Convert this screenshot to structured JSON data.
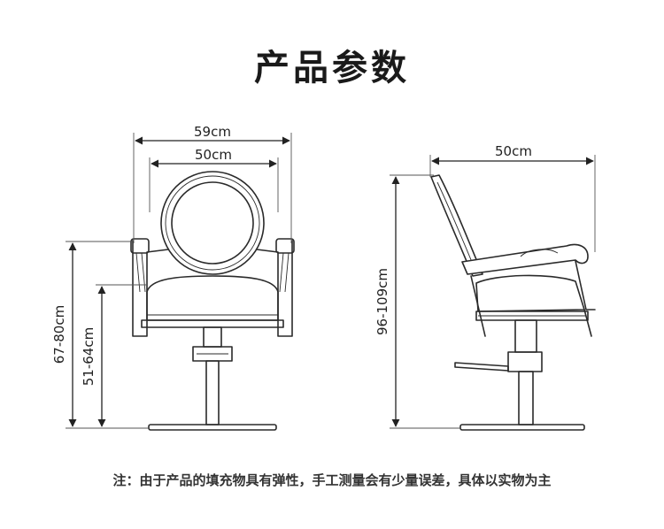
{
  "title": "产品参数",
  "front_view": {
    "overall_width": "59cm",
    "seat_width": "50cm",
    "overall_height": "67-80cm",
    "seat_height": "51-64cm"
  },
  "side_view": {
    "depth": "50cm",
    "total_height": "96-109cm"
  },
  "note": "注：由于产品的填充物具有弹性，手工测量会有少量误差，具体以实物为主"
}
